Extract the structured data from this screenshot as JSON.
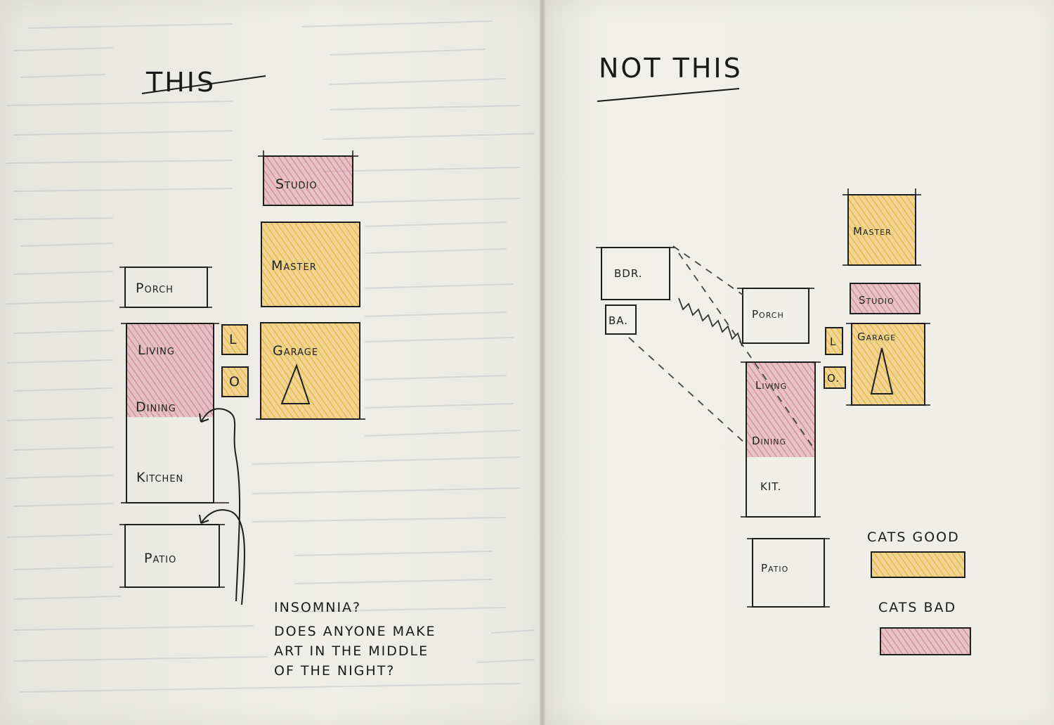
{
  "left_sketch": {
    "heading": "THIS",
    "rooms": {
      "studio": "Studio",
      "master": "Master",
      "porch": "Porch",
      "living": "Living",
      "l": "L",
      "o": "O",
      "garage": "Garage",
      "dining": "Dining",
      "kitchen": "Kitchen",
      "patio": "Patio"
    },
    "note_lines": [
      "INSOMNIA?",
      "DOES ANYONE MAKE",
      "ART IN THE MIDDLE",
      "OF THE NIGHT?"
    ]
  },
  "right_sketch": {
    "heading": "NOT THIS",
    "rooms": {
      "master": "Master",
      "bdr": "BDR.",
      "ba": "BA.",
      "porch": "Porch",
      "studio": "Studio",
      "l": "L",
      "o": "O.",
      "garage": "Garage",
      "living": "Living",
      "dining": "Dining",
      "kit": "KIT.",
      "patio": "Patio"
    },
    "legend": {
      "good_label": "CATS GOOD",
      "bad_label": "CATS BAD"
    }
  },
  "colors": {
    "cats_good": "#f0c04a",
    "cats_bad": "#dd8f9e",
    "ink": "#1e1e1e",
    "paper": "#efeee8"
  }
}
